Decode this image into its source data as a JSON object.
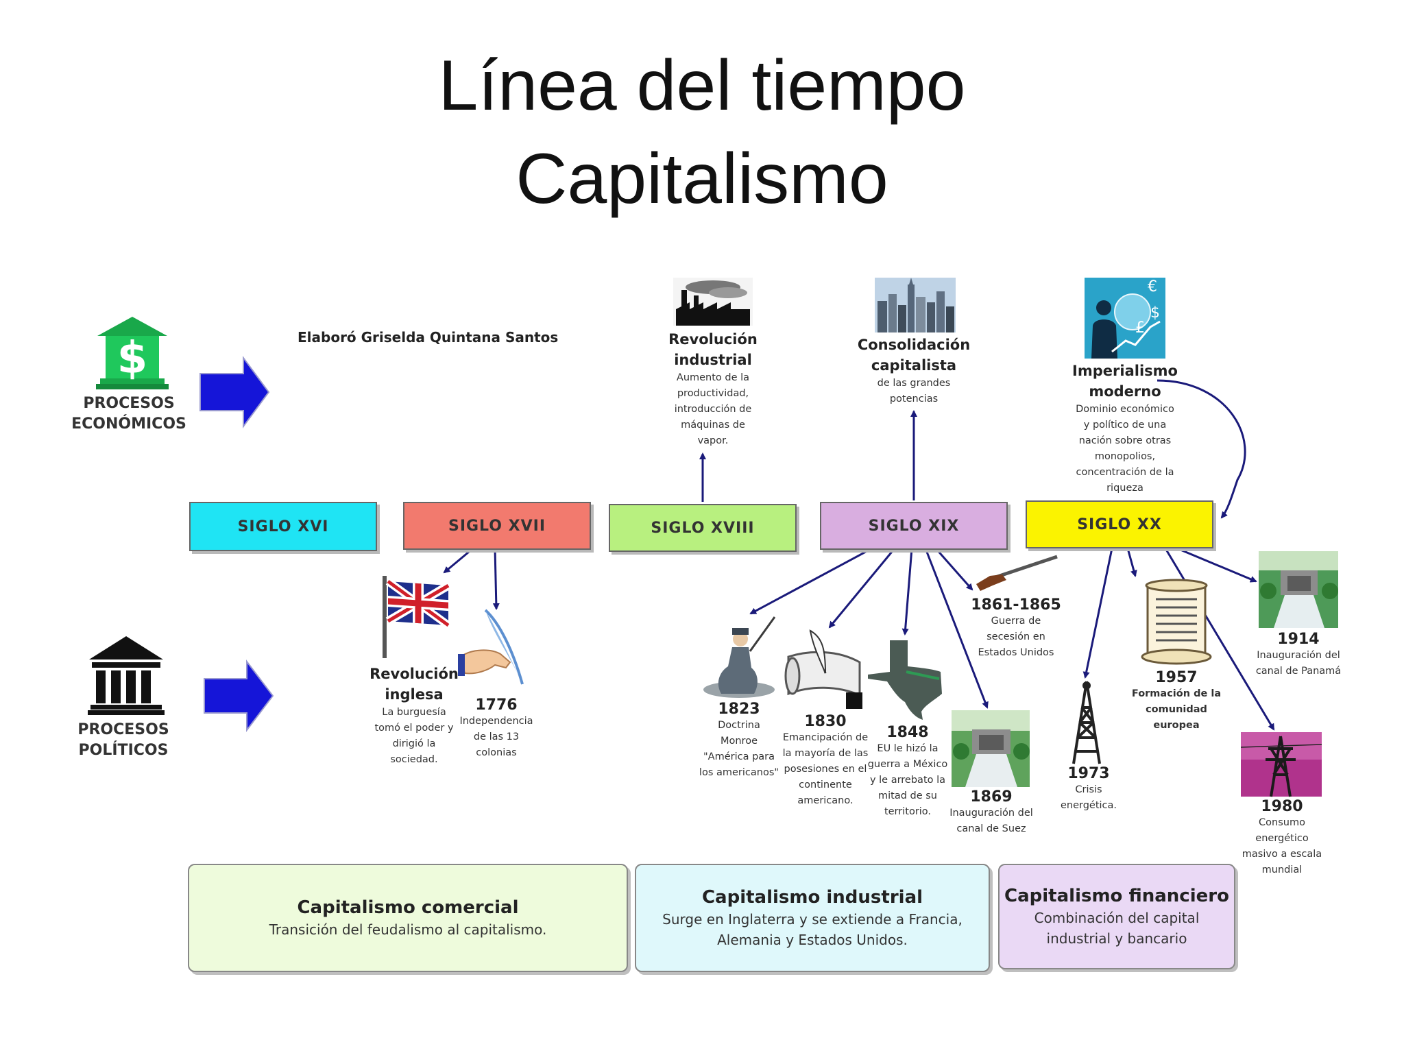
{
  "title": {
    "line1": "Línea del tiempo",
    "line2": "Capitalismo"
  },
  "author": "Elaboró Griselda Quintana Santos",
  "side": {
    "economic": {
      "line1": "PROCESOS",
      "line2": "ECONÓMICOS"
    },
    "political": {
      "line1": "PROCESOS",
      "line2": "POLÍTICOS"
    }
  },
  "centuries": [
    {
      "label": "SIGLO XVI",
      "color": "#1fe4f4"
    },
    {
      "label": "SIGLO XVII",
      "color": "#f27a6e"
    },
    {
      "label": "SIGLO XVIII",
      "color": "#b8f07f"
    },
    {
      "label": "SIGLO XIX",
      "color": "#d9aee0"
    },
    {
      "label": "SIGLO XX",
      "color": "#fbf300"
    }
  ],
  "economic_events": [
    {
      "title1": "Revolución",
      "title2": "industrial",
      "desc": [
        "Aumento de la",
        "productividad,",
        "introducción de",
        "máquinas de",
        "vapor."
      ]
    },
    {
      "title1": "Consolidación",
      "title2": "capitalista",
      "desc": [
        "de las grandes",
        "potencias"
      ]
    },
    {
      "title1": "Imperialismo",
      "title2": "moderno",
      "desc": [
        "Dominio económico",
        "y político de una",
        "nación sobre otras",
        "monopolios,",
        "concentración de la",
        "riqueza"
      ]
    }
  ],
  "political_events": {
    "rev_inglesa": {
      "title1": "Revolución",
      "title2": "inglesa",
      "desc": [
        "La burguesía",
        "tomó el poder y",
        "dirigió la",
        "sociedad."
      ]
    },
    "e1776": {
      "year": "1776",
      "desc": [
        "Independencia",
        "de las 13",
        "colonias"
      ]
    },
    "e1823": {
      "year": "1823",
      "desc": [
        "Doctrina",
        "Monroe",
        "\"América para",
        "los americanos\""
      ]
    },
    "e1830": {
      "year": "1830",
      "desc": [
        "Emancipación de",
        "la mayoría de las",
        "posesiones en el",
        "continente",
        "americano."
      ]
    },
    "e1848": {
      "year": "1848",
      "desc": [
        "EU le hizó la",
        "guerra a México",
        "y le arrebato la",
        "mitad de su",
        "territorio."
      ]
    },
    "e1861": {
      "year": "1861-1865",
      "desc": [
        "Guerra de",
        "secesión en",
        "Estados Unidos"
      ]
    },
    "e1869": {
      "year": "1869",
      "desc": [
        "Inauguración del",
        "canal de Suez"
      ]
    },
    "e1973": {
      "year": "1973",
      "desc": [
        "Crisis",
        "energética."
      ]
    },
    "e1957": {
      "year": "1957",
      "desc": [
        "Formación de la",
        "comunidad",
        "europea"
      ]
    },
    "e1914": {
      "year": "1914",
      "desc": [
        "Inauguración del",
        "canal de Panamá"
      ]
    },
    "e1980": {
      "year": "1980",
      "desc": [
        "Consumo",
        "energético",
        "masivo a escala",
        "mundial"
      ]
    }
  },
  "periods": [
    {
      "title": "Capitalismo comercial",
      "desc": [
        "Transición del feudalismo al capitalismo."
      ],
      "color": "#eefbdc"
    },
    {
      "title": "Capitalismo industrial",
      "desc": [
        "Surge en Inglaterra y se extiende a Francia,",
        "Alemania y Estados Unidos."
      ],
      "color": "#dff8fb"
    },
    {
      "title": "Capitalismo financiero",
      "desc": [
        "Combinación del capital",
        "industrial y bancario"
      ],
      "color": "#ead9f5"
    }
  ],
  "colors": {
    "arrow_blue": "#1515d8",
    "connector": "#1a1a7a",
    "icon_green": "#19a84a"
  },
  "icons": [
    "bank-dollar-icon",
    "government-building-icon",
    "factory-icon",
    "city-skyline-icon",
    "globe-currency-icon",
    "uk-flag-icon",
    "quill-hand-icon",
    "soldier-icon",
    "scroll-quill-icon",
    "texas-map-icon",
    "rifle-icon",
    "canal-icon",
    "oil-derrick-icon",
    "scroll-document-icon",
    "power-tower-icon"
  ]
}
